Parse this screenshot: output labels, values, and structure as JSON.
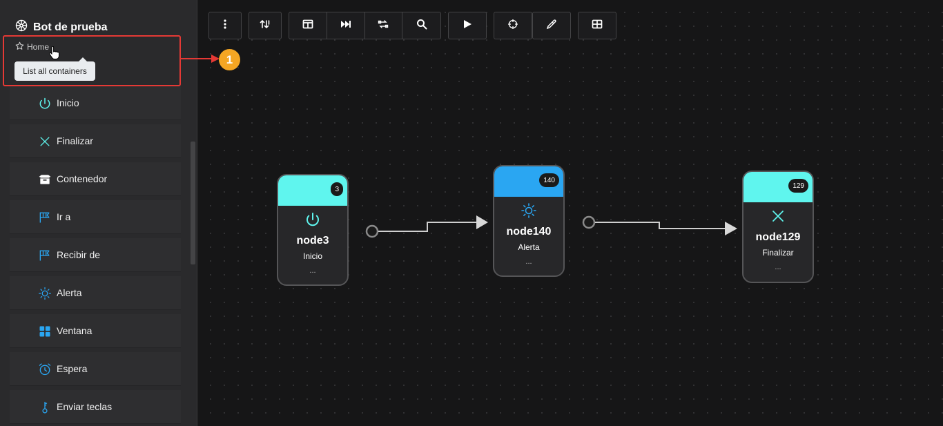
{
  "sidebar": {
    "bot_title": "Bot de prueba",
    "breadcrumb": "Home",
    "tooltip": "List all containers",
    "items": [
      {
        "label": "Inicio",
        "icon": "power-icon"
      },
      {
        "label": "Finalizar",
        "icon": "close-icon"
      },
      {
        "label": "Contenedor",
        "icon": "box-icon"
      },
      {
        "label": "Ir a",
        "icon": "flag-icon"
      },
      {
        "label": "Recibir de",
        "icon": "flag-icon"
      },
      {
        "label": "Alerta",
        "icon": "sun-icon"
      },
      {
        "label": "Ventana",
        "icon": "grid-icon"
      },
      {
        "label": "Espera",
        "icon": "alarm-icon"
      },
      {
        "label": "Enviar teclas",
        "icon": "key-icon"
      }
    ]
  },
  "annotation": {
    "badge": "1"
  },
  "nodes": [
    {
      "title": "node3",
      "subtitle": "Inicio",
      "count": "3",
      "dots": "...",
      "color": "#5ff5ee",
      "icon": "power-icon"
    },
    {
      "title": "node140",
      "subtitle": "Alerta",
      "count": "140",
      "dots": "...",
      "color": "#2aa6f2",
      "icon": "sun-icon"
    },
    {
      "title": "node129",
      "subtitle": "Finalizar",
      "count": "129",
      "dots": "...",
      "color": "#5ff5ee",
      "icon": "close-icon"
    }
  ],
  "colors": {
    "accent_cyan": "#5ff5ee",
    "accent_blue": "#2aa6f2",
    "highlight": "#e53935",
    "badge": "#f5a623"
  }
}
